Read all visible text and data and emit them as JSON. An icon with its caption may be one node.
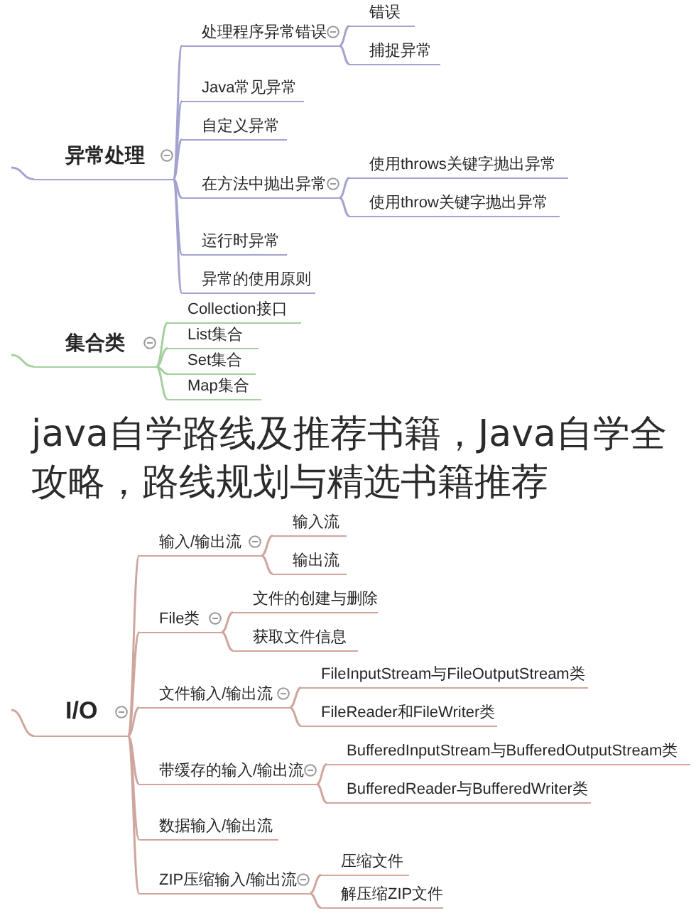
{
  "diagram": {
    "title": "java自学路线及推荐书籍，Java自学全攻略，路线规划与精选书籍推荐",
    "nodes": [
      {
        "text": [
          "异常处理"
        ]
      },
      {
        "text": [
          "处理程序异常错误"
        ]
      },
      {
        "text": [
          "错误"
        ]
      },
      {
        "text": [
          "捕捉异常"
        ]
      },
      {
        "text": [
          "Java常见异常"
        ]
      },
      {
        "text": [
          "自定义异常"
        ]
      },
      {
        "text": [
          "在方法中抛出异常"
        ]
      },
      {
        "text": [
          "使用throws关键字抛出异常"
        ]
      },
      {
        "text": [
          "使用throw关键字抛出异常"
        ]
      },
      {
        "text": [
          "运行时异常"
        ]
      },
      {
        "text": [
          "异常的使用原则"
        ]
      },
      {
        "text": [
          "集合类"
        ]
      },
      {
        "text": [
          "Collection接口"
        ]
      },
      {
        "text": [
          "List集合"
        ]
      },
      {
        "text": [
          "Set集合"
        ]
      },
      {
        "text": [
          "Map集合"
        ]
      },
      {
        "text": [
          "I/O"
        ]
      },
      {
        "text": [
          "输入/输出流"
        ]
      },
      {
        "text": [
          "输入流"
        ]
      },
      {
        "text": [
          "输出流"
        ]
      },
      {
        "text": [
          "File类"
        ]
      },
      {
        "text": [
          "文件的创建与删除"
        ]
      },
      {
        "text": [
          "获取文件信息"
        ]
      },
      {
        "text": [
          "文件输入/输出流"
        ]
      },
      {
        "text": [
          "FileInputStream与FileOutputStream类"
        ]
      },
      {
        "text": [
          "FileReader和FileWriter类"
        ]
      },
      {
        "text": [
          "带缓存的输入/输出流"
        ]
      },
      {
        "text": [
          "BufferedInputStream与BufferedOutputStream类"
        ]
      },
      {
        "text": [
          "BufferedReader与BufferedWriter类"
        ]
      },
      {
        "text": [
          "数据输入/输出流"
        ]
      },
      {
        "text": [
          "ZIP压缩输入/输出流"
        ]
      },
      {
        "text": [
          "压缩文件"
        ]
      },
      {
        "text": [
          "解压缩ZIP文件"
        ]
      }
    ],
    "edges": [
      {
        "from": null,
        "to": 0,
        "arrow": "none",
        "color": "#a3a3cf"
      },
      {
        "from": 0,
        "to": 1,
        "arrow": "none",
        "color": "#a3a3cf"
      },
      {
        "from": 1,
        "to": 2,
        "arrow": "none",
        "color": "#a3a3cf"
      },
      {
        "from": 1,
        "to": 3,
        "arrow": "none",
        "color": "#a3a3cf"
      },
      {
        "from": 0,
        "to": 4,
        "arrow": "none",
        "color": "#a3a3cf"
      },
      {
        "from": 0,
        "to": 5,
        "arrow": "none",
        "color": "#a3a3cf"
      },
      {
        "from": 0,
        "to": 6,
        "arrow": "none",
        "color": "#a3a3cf"
      },
      {
        "from": 6,
        "to": 7,
        "arrow": "none",
        "color": "#a3a3cf"
      },
      {
        "from": 6,
        "to": 8,
        "arrow": "none",
        "color": "#a3a3cf"
      },
      {
        "from": 0,
        "to": 9,
        "arrow": "none",
        "color": "#a3a3cf"
      },
      {
        "from": 0,
        "to": 10,
        "arrow": "none",
        "color": "#a3a3cf"
      },
      {
        "from": null,
        "to": 11,
        "arrow": "none",
        "color": "#a6cfa0"
      },
      {
        "from": 11,
        "to": 12,
        "arrow": "none",
        "color": "#a6cfa0"
      },
      {
        "from": 11,
        "to": 13,
        "arrow": "none",
        "color": "#a6cfa0"
      },
      {
        "from": 11,
        "to": 14,
        "arrow": "none",
        "color": "#a6cfa0"
      },
      {
        "from": 11,
        "to": 15,
        "arrow": "none",
        "color": "#a6cfa0"
      },
      {
        "from": null,
        "to": 16,
        "arrow": "none"
      },
      {
        "from": 16,
        "to": 17,
        "arrow": "none"
      },
      {
        "from": 17,
        "to": 18,
        "arrow": "none"
      },
      {
        "from": 17,
        "to": 19,
        "arrow": "none"
      },
      {
        "from": 16,
        "to": 20,
        "arrow": "none"
      },
      {
        "from": 20,
        "to": 21,
        "arrow": "none"
      },
      {
        "from": 20,
        "to": 22,
        "arrow": "none"
      },
      {
        "from": 16,
        "to": 23,
        "arrow": "none"
      },
      {
        "from": 23,
        "to": 24,
        "arrow": "none"
      },
      {
        "from": 23,
        "to": 25,
        "arrow": "none"
      },
      {
        "from": 16,
        "to": 26,
        "arrow": "none"
      },
      {
        "from": 26,
        "to": 27,
        "arrow": "none"
      },
      {
        "from": 26,
        "to": 28,
        "arrow": "none"
      },
      {
        "from": 16,
        "to": 29,
        "arrow": "none"
      },
      {
        "from": 16,
        "to": 30,
        "arrow": "none"
      },
      {
        "from": 30,
        "to": 31,
        "arrow": "none"
      },
      {
        "from": 30,
        "to": 32,
        "arrow": "none"
      }
    ]
  }
}
